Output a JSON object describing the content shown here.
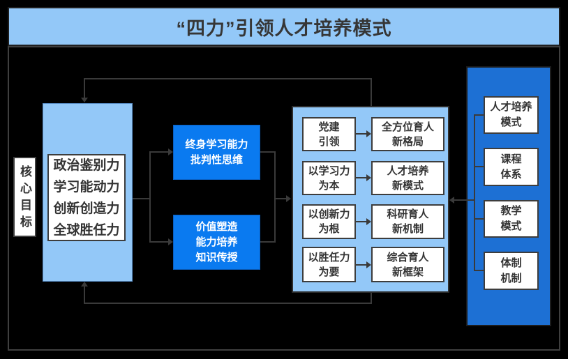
{
  "title": "“四力”引领人才培养模式",
  "colors": {
    "background": "#000000",
    "light_blue": "#93c8f8",
    "bright_blue": "#0a7af0",
    "panel_blue": "#1d70d4",
    "line_gray": "#3a3a3a",
    "text_dark": "#333333",
    "text_white": "#ffffff"
  },
  "core_goal_label": "核心目标",
  "core_abilities": "政治鉴别力\n学习能动力\n创新创造力\n全球胜任力",
  "middle": {
    "top_box": "终身学习能力\n批判性思维",
    "bottom_box": "价值塑造\n能力培养\n知识传授"
  },
  "process": {
    "rows": [
      {
        "source": "党建\n引领",
        "result": "全方位育人\n新格局"
      },
      {
        "source": "以学习力\n为本",
        "result": "人才培养\n新模式"
      },
      {
        "source": "以创新力\n为根",
        "result": "科研育人\n新机制"
      },
      {
        "source": "以胜任力\n为要",
        "result": "综合育人\n新框架"
      }
    ]
  },
  "outcomes": {
    "items": [
      "人才培养\n模式",
      "课程\n体系",
      "教学\n模式",
      "体制\n机制"
    ]
  }
}
